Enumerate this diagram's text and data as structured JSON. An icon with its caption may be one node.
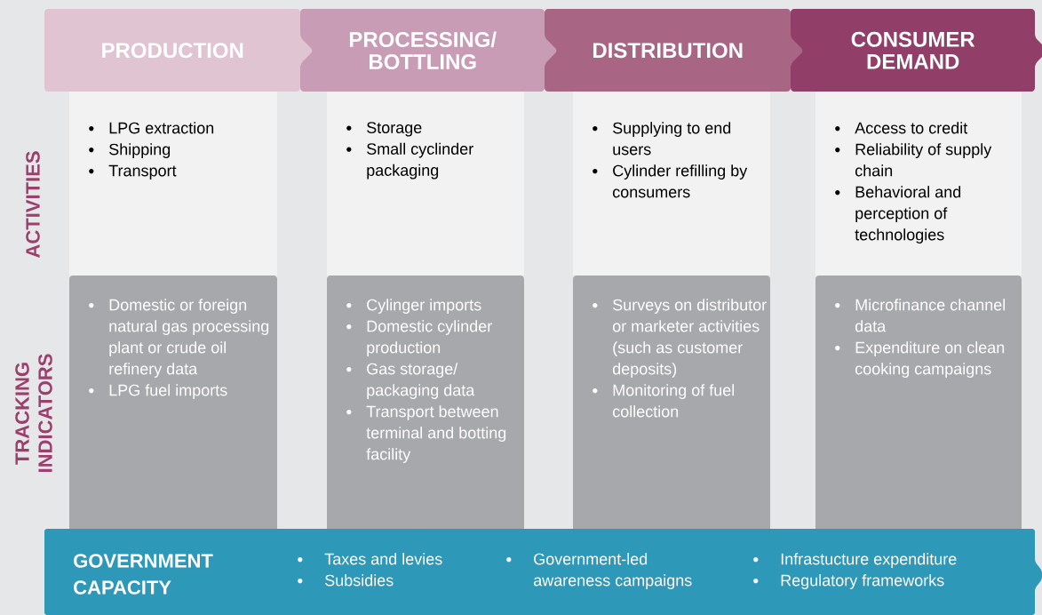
{
  "diagram": {
    "nodes": [
      {
        "text": [
          "PRODUCTION"
        ]
      },
      {
        "text": [
          "PROCESSING/ BOTTLING"
        ]
      },
      {
        "text": [
          "DISTRIBUTION"
        ]
      },
      {
        "text": [
          "CONSUMER DEMAND"
        ]
      },
      {
        "text": [
          "LPG extraction",
          "Shipping",
          "Transport"
        ]
      },
      {
        "text": [
          "Storage",
          "Small cyclinder packaging"
        ]
      },
      {
        "text": [
          "Supplying to end users",
          "Cylinder refilling by consumers"
        ]
      },
      {
        "text": [
          "Access to credit",
          "Reliability of supply chain",
          "Behavioral and perception of technologies"
        ]
      },
      {
        "text": [
          "Domestic or foreign natural gas processing plant or crude oil refinery data",
          "LPG fuel imports"
        ]
      },
      {
        "text": [
          "Cylinger imports",
          "Domestic cylinder production",
          "Gas storage/ packaging data",
          "Transport between terminal and botting facility"
        ]
      },
      {
        "text": [
          "Surveys on distributor or marketer activities (such as customer deposits)",
          "Monitoring of fuel collection"
        ]
      },
      {
        "text": [
          "Microfinance channel data",
          "Expenditure on clean cooking campaigns"
        ]
      },
      {
        "text": [
          "GOVERNMENT CAPACITY",
          "Taxes and levies",
          "Subsidies",
          "Government-led awareness campaigns",
          "Infrastucture expenditure",
          "Regulatory frameworks"
        ]
      }
    ],
    "labels": [
      "ACTIVITIES",
      "TRACKING INDICATORS"
    ]
  }
}
